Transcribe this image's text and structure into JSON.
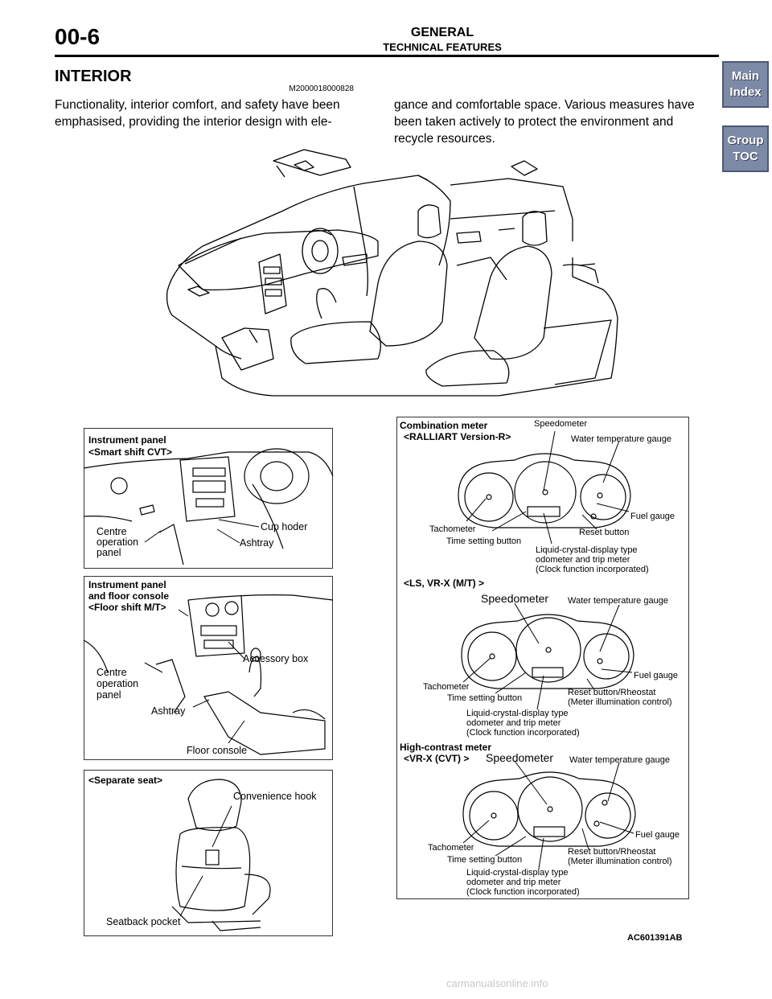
{
  "header": {
    "page_number": "00-6",
    "group_title": "GENERAL",
    "section_title": "TECHNICAL FEATURES"
  },
  "nav": {
    "main_index": [
      "Main",
      "Index"
    ],
    "group_toc": [
      "Group",
      "TOC"
    ]
  },
  "section": {
    "title": "INTERIOR",
    "ref_code": "M2000018000828",
    "paragraph_left": "Functionality, interior comfort, and safety have been emphasised, providing the interior design with ele-",
    "paragraph_right": "gance and comfortable space. Various measures have been taken actively to protect the environment and recycle resources."
  },
  "figures": {
    "instrument_panel_cvt": {
      "title": [
        "Instrument panel",
        "<Smart shift CVT>"
      ],
      "labels": {
        "cup_holder": "Cup hoder",
        "ashtray": "Ashtray",
        "centre_panel": [
          "Centre",
          "operation",
          "panel"
        ]
      }
    },
    "instrument_panel_mt": {
      "title": [
        "Instrument panel",
        "and floor console",
        "<Floor shift M/T>"
      ],
      "labels": {
        "accessory_box": "Accessory box",
        "centre_panel": [
          "Centre",
          "operation",
          "panel"
        ],
        "ashtray": "Ashtray",
        "floor_console": "Floor console"
      }
    },
    "separate_seat": {
      "title": "<Separate seat>",
      "labels": {
        "convenience_hook": "Convenience hook",
        "seatback_pocket": "Seatback pocket"
      }
    },
    "combination_meter": {
      "title": "Combination meter",
      "variants": [
        {
          "name": "<RALLIART Version-R>",
          "speedometer": "Speedometer",
          "water_temp": "Water temperature gauge",
          "fuel": "Fuel gauge",
          "tachometer": "Tachometer",
          "reset": [
            "Reset button"
          ],
          "time_setting": "Time setting button",
          "lcd": [
            "Liquid-crystal-display type",
            "odometer and trip meter",
            "(Clock function incorporated)"
          ]
        },
        {
          "name": "<LS, VR-X (M/T) >",
          "speedometer": "Speedometer",
          "water_temp": "Water temperature gauge",
          "fuel": "Fuel gauge",
          "tachometer": "Tachometer",
          "reset": [
            "Reset button/Rheostat",
            "(Meter illumination control)"
          ],
          "time_setting": "Time setting button",
          "lcd": [
            "Liquid-crystal-display type",
            "odometer and trip meter",
            "(Clock function incorporated)"
          ]
        },
        {
          "heading": "High-contrast meter",
          "name": "<VR-X (CVT) >",
          "speedometer": "Speedometer",
          "water_temp": "Water temperature gauge",
          "fuel": "Fuel gauge",
          "tachometer": "Tachometer",
          "reset": [
            "Reset button/Rheostat",
            "(Meter illumination control)"
          ],
          "time_setting": "Time setting button",
          "lcd": [
            "Liquid-crystal-display type",
            "odometer and trip meter",
            "(Clock function incorporated)"
          ]
        }
      ]
    }
  },
  "figure_id": "AC601391AB",
  "footer": "carmanualsonline.info"
}
